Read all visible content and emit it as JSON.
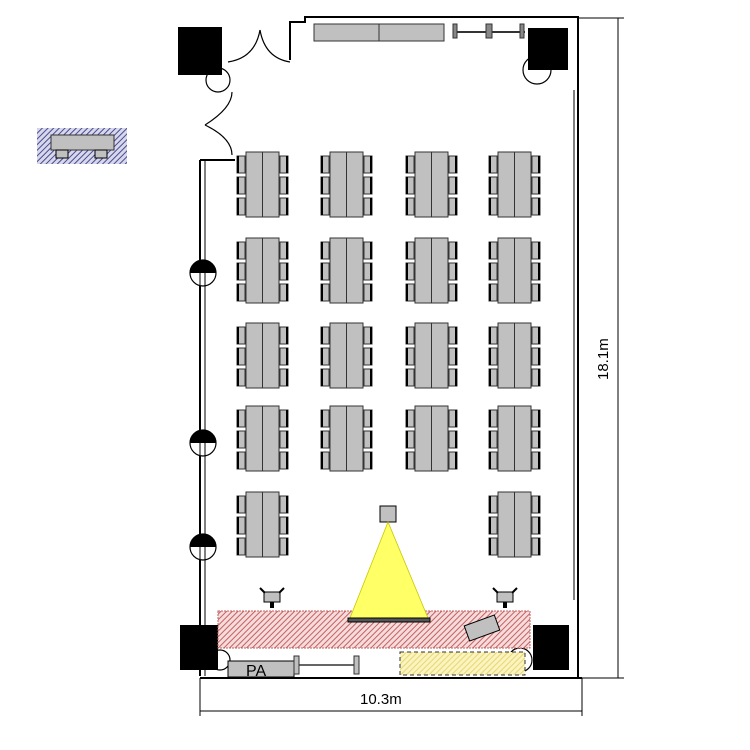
{
  "dimensions": {
    "width_label": "10.3m",
    "length_label": "18.1m"
  },
  "equipment": {
    "pa_label": "PA"
  },
  "layout": {
    "table_rows": 5,
    "table_columns": 4,
    "last_row_columns": [
      0,
      3
    ],
    "chairs_per_side": 3
  },
  "colors": {
    "table": "#c0c0c0",
    "stage_hatch": "#d07070",
    "projector_beam": "#ffff66",
    "legend_hatch": "#5a5aa0",
    "column": "#000000"
  }
}
